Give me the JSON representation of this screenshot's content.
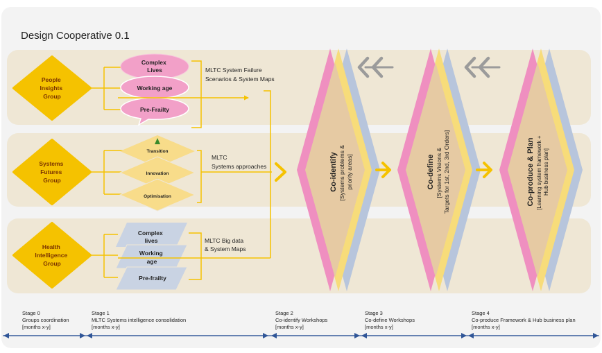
{
  "title": "Design Cooperative 0.1",
  "groups": [
    {
      "lines": [
        "People",
        "Insights",
        "Group"
      ]
    },
    {
      "lines": [
        "Systems",
        "Futures",
        "Group"
      ]
    },
    {
      "lines": [
        "Health",
        "Intelligence",
        "Group"
      ]
    }
  ],
  "people_bubbles": [
    {
      "lines": [
        "Complex",
        "Lives"
      ]
    },
    {
      "lines": [
        "Working age"
      ]
    },
    {
      "lines": [
        "Pre-Frailty"
      ]
    }
  ],
  "systems_diamonds": [
    "Transition",
    "Innovation",
    "Optimisation"
  ],
  "health_cards": [
    {
      "lines": [
        "Complex",
        "lives"
      ]
    },
    {
      "lines": [
        "Working",
        "age"
      ]
    },
    {
      "lines": [
        "Pre-frailty"
      ]
    }
  ],
  "outputs": [
    {
      "lines": [
        "MLTC System Failure",
        "Scenarios & System Maps"
      ]
    },
    {
      "lines": [
        "MLTC",
        "Systems approaches"
      ]
    },
    {
      "lines": [
        "MLTC Big data",
        "& System Maps"
      ]
    }
  ],
  "phases": [
    {
      "main": "Co-identify",
      "sub1": "[Systems problems &",
      "sub2": "priority areas]"
    },
    {
      "main": "Co-define",
      "sub1": "[Systems Visions &",
      "sub2": "Targets for 1st, 2nd, 3rd Orders]"
    },
    {
      "main": "Co-produce & Plan",
      "sub1": "[Learning system framework +",
      "sub2": "Hub business plan]"
    }
  ],
  "stages": [
    {
      "name": "Stage 0",
      "desc": "Groups coordination",
      "months": "[months x-y]"
    },
    {
      "name": "Stage 1",
      "desc": "MLTC Systems intelligence consolidation",
      "months": "[months x-y]"
    },
    {
      "name": "Stage 2",
      "desc": "Co-identify Workshops",
      "months": "[months x-y]"
    },
    {
      "name": "Stage 3",
      "desc": "Co-define Workshops",
      "months": "[months x-y]"
    },
    {
      "name": "Stage 4",
      "desc": "Co-produce Framework & Hub business plan",
      "months": "[months x-y]"
    }
  ],
  "colors": {
    "page_bg": "#f3f3f3",
    "band": "#efe7d5",
    "gold": "#f5c200",
    "pink": "#f2a0c8",
    "pink_light": "#f7c4dc",
    "diamond_yellow": "#f8dc8a",
    "card_blue": "#c9d3e3",
    "phase_tan": "#e6caa3",
    "phase_pink": "#ef8fc0",
    "phase_yellow": "#f7dc7a",
    "phase_blue": "#b7c5dc",
    "chevron_gray": "#9b9b9b",
    "arrow_blue": "#2f5597"
  }
}
